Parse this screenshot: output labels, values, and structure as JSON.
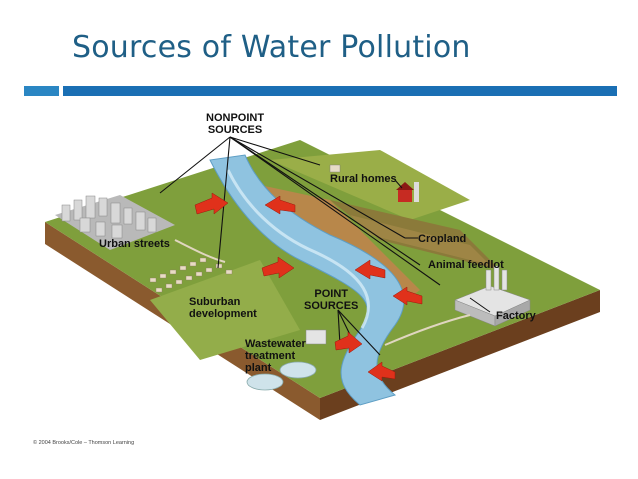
{
  "title": "Sources of Water Pollution",
  "labels": {
    "nonpoint_line1": "NONPOINT",
    "nonpoint_line2": "SOURCES",
    "rural_homes": "Rural homes",
    "urban_streets": "Urban streets",
    "cropland": "Cropland",
    "animal_feedlot": "Animal feedlot",
    "suburban_line1": "Suburban",
    "suburban_line2": "development",
    "point_line1": "POINT",
    "point_line2": "SOURCES",
    "factory": "Factory",
    "wastewater_line1": "Wastewater",
    "wastewater_line2": "treatment",
    "wastewater_line3": "plant"
  },
  "credit": "© 2004 Brooks/Cole – Thomson Learning",
  "colors": {
    "title": "#1f5f86",
    "accent_bar": "#1a6fb4",
    "pollution_arrow": "#e0311b",
    "river": "#8fc3e0",
    "land": "#7a9a3a"
  }
}
